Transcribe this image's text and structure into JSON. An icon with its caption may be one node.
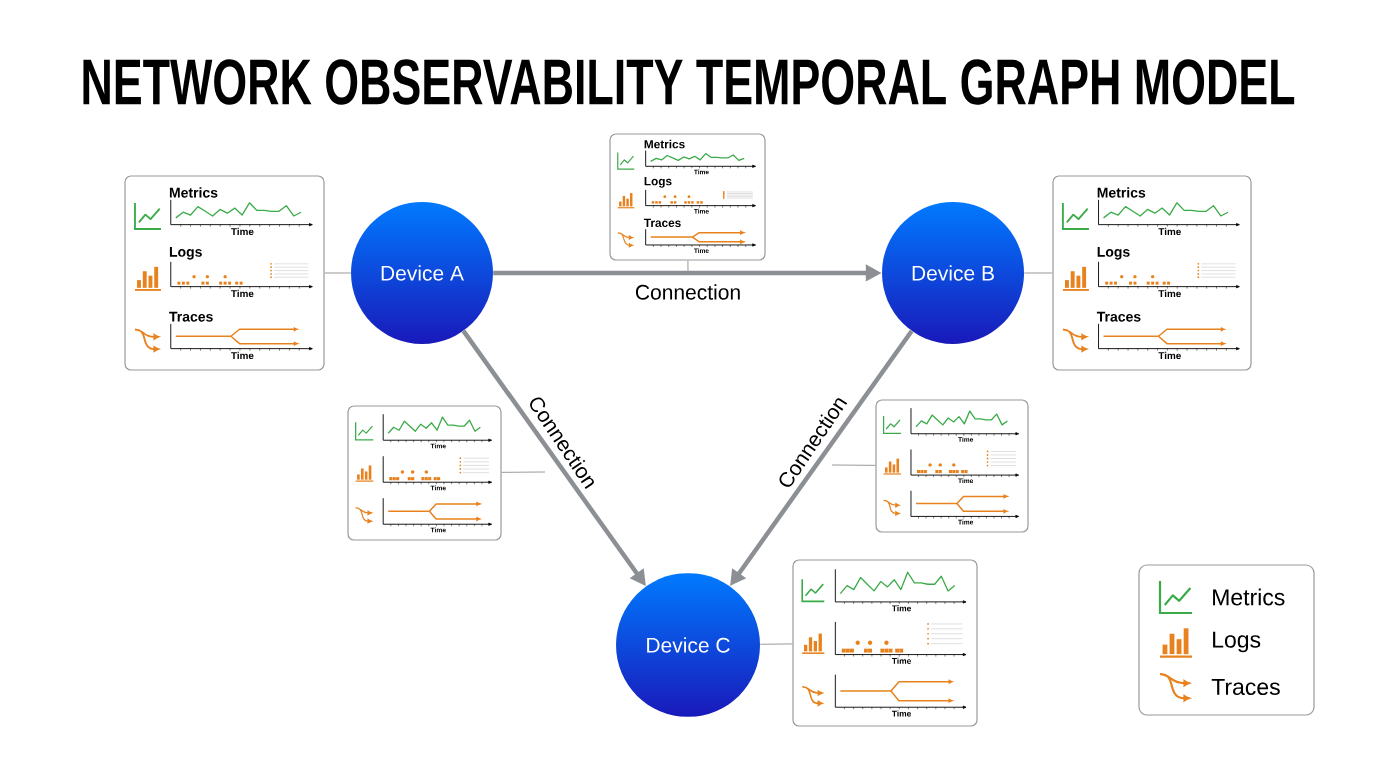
{
  "diagram": {
    "title": "NETWORK OBSERVABILITY TEMPORAL GRAPH MODEL",
    "nodes": [
      {
        "text": [
          "Device A"
        ]
      },
      {
        "text": [
          "Device B"
        ]
      },
      {
        "text": [
          "Device C"
        ]
      },
      {
        "text": [
          "Metrics",
          "Time",
          "Logs",
          "Time",
          "Traces",
          "Time"
        ]
      },
      {
        "text": [
          "Metrics",
          "Time",
          "Logs",
          "Time",
          "Traces",
          "Time"
        ]
      },
      {
        "text": [
          "Metrics",
          "Time",
          "Logs",
          "Time",
          "Traces",
          "Time"
        ]
      },
      {
        "text": [
          "Time",
          "Time",
          "Time"
        ]
      },
      {
        "text": [
          "Time",
          "Time",
          "Time"
        ]
      },
      {
        "text": [
          "Time",
          "Time",
          "Time"
        ]
      }
    ],
    "edges": [
      {
        "from": 0,
        "to": 1,
        "arrow": "to",
        "label": "Connection",
        "style": "thick"
      },
      {
        "from": 0,
        "to": 2,
        "arrow": "to",
        "label": "Connection",
        "style": "thick"
      },
      {
        "from": 1,
        "to": 2,
        "arrow": "to",
        "label": "Connection",
        "style": "thick"
      },
      {
        "from": 3,
        "to": 0,
        "arrow": "none"
      },
      {
        "from": 4,
        "to": null,
        "arrow": "none"
      },
      {
        "from": 5,
        "to": 1,
        "arrow": "none"
      },
      {
        "from": 6,
        "to": null,
        "arrow": "none"
      },
      {
        "from": 7,
        "to": null,
        "arrow": "none"
      },
      {
        "from": 8,
        "to": 2,
        "arrow": "none"
      }
    ],
    "legend": [
      {
        "text": "Metrics"
      },
      {
        "text": "Logs"
      },
      {
        "text": "Traces"
      }
    ]
  }
}
